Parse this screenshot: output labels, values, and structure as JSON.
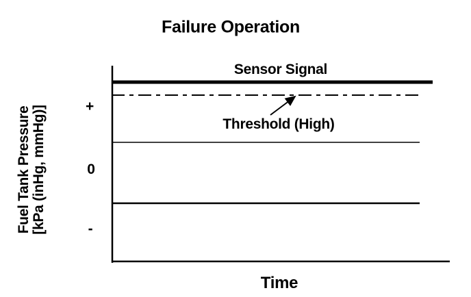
{
  "page": {
    "title": "Failure Operation"
  },
  "colors": {
    "foreground": "#000000",
    "background": "#ffffff"
  },
  "chart_data": {
    "type": "line",
    "title": "Failure Operation",
    "xlabel": "Time",
    "ylabel": "Fuel Tank Pressure [kPa (inHg, mmHg)]",
    "ylabel_line1": "Fuel Tank Pressure",
    "ylabel_line2": "[kPa (inHg, mmHg)]",
    "x_axis": {
      "tick_labels": []
    },
    "y_axis": {
      "tick_labels": [
        "+",
        "0",
        "-"
      ],
      "tick_y_frac": [
        0.21,
        0.53,
        0.84
      ]
    },
    "series": [
      {
        "name": "Sensor Signal",
        "style": "solid",
        "thickness": "thick",
        "value_description": "constant flat line above Threshold (High), in + region"
      },
      {
        "name": "Threshold (High)",
        "style": "dash-dot",
        "thickness": "thin",
        "value_description": "constant flat line just below Sensor Signal, in + region"
      }
    ],
    "reference_lines": [
      {
        "name": "upper boundary of + region",
        "style": "solid thin"
      },
      {
        "name": "lower boundary of 0 region",
        "style": "solid medium"
      }
    ],
    "annotations": [
      {
        "text": "Threshold (High)",
        "points_to": "threshold dash-dot line",
        "via": "arrow"
      }
    ],
    "labels": {
      "sensor_signal": "Sensor Signal",
      "threshold": "Threshold (High)",
      "tick_plus": "+",
      "tick_zero": "0",
      "tick_minus": "-"
    },
    "lines": [
      {
        "id": "y-axis-line",
        "x1": 164,
        "y1": 96,
        "x2": 164,
        "y2": 384,
        "width": 2.5,
        "dash": null
      },
      {
        "id": "x-axis-line",
        "x1": 163,
        "y1": 382,
        "x2": 657,
        "y2": 382,
        "width": 2.5,
        "dash": null
      },
      {
        "id": "sensor-signal-line",
        "x1": 163,
        "y1": 120,
        "x2": 632,
        "y2": 120,
        "width": 5,
        "dash": null
      },
      {
        "id": "threshold-high-line",
        "x1": 163,
        "y1": 139,
        "x2": 613,
        "y2": 139,
        "width": 2,
        "dash": "19 7 6 7"
      },
      {
        "id": "gridline-upper",
        "x1": 163,
        "y1": 208,
        "x2": 613,
        "y2": 208,
        "width": 1.4,
        "dash": null
      },
      {
        "id": "gridline-lower",
        "x1": 163,
        "y1": 297,
        "x2": 613,
        "y2": 297,
        "width": 2.6,
        "dash": null
      }
    ],
    "annotation_arrow": {
      "x1": 395,
      "y1": 168,
      "x2": 431,
      "y2": 141,
      "width": 2
    }
  }
}
